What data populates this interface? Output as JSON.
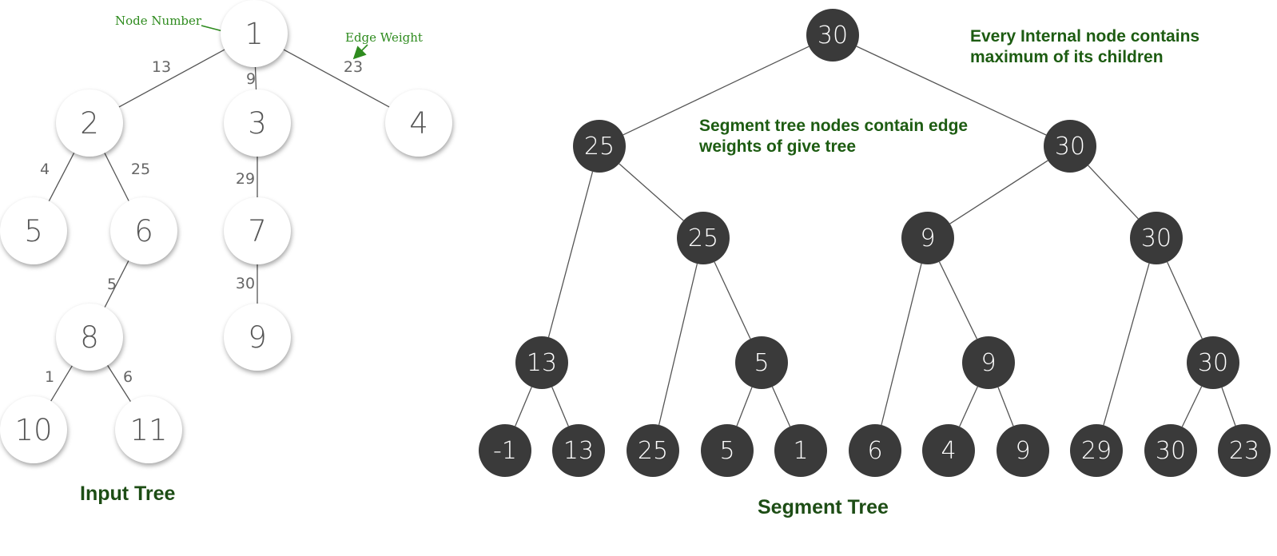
{
  "input_tree": {
    "caption": "Input Tree",
    "node_number_annotation": "Node Number",
    "edge_weight_annotation": "Edge Weight",
    "nodes": [
      "1",
      "2",
      "3",
      "4",
      "5",
      "6",
      "7",
      "8",
      "9",
      "10",
      "11"
    ],
    "edges": [
      {
        "from": "1",
        "to": "2",
        "weight": "13"
      },
      {
        "from": "1",
        "to": "3",
        "weight": "9"
      },
      {
        "from": "1",
        "to": "4",
        "weight": "23"
      },
      {
        "from": "2",
        "to": "5",
        "weight": "4"
      },
      {
        "from": "2",
        "to": "6",
        "weight": "25"
      },
      {
        "from": "3",
        "to": "7",
        "weight": "29"
      },
      {
        "from": "6",
        "to": "8",
        "weight": "5"
      },
      {
        "from": "7",
        "to": "9",
        "weight": "30"
      },
      {
        "from": "8",
        "to": "10",
        "weight": "1"
      },
      {
        "from": "8",
        "to": "11",
        "weight": "6"
      }
    ]
  },
  "segment_tree": {
    "caption": "Segment Tree",
    "note_internal": "Every Internal node contains maximum of its children",
    "note_nodes": "Segment tree nodes contain edge weights of give tree",
    "levels": [
      [
        "30"
      ],
      [
        "25",
        "30"
      ],
      [
        "25",
        "9",
        "30"
      ],
      [
        "13",
        "5",
        "9",
        "30"
      ],
      [
        "-1",
        "13",
        "25",
        "5",
        "1",
        "6",
        "4",
        "9",
        "29",
        "30",
        "23"
      ]
    ]
  },
  "colors": {
    "segment_node_fill": "#3a3a3a",
    "input_node_fill": "#ffffff",
    "annotation_green": "#2e8b1e",
    "caption_green": "#1d4d15"
  }
}
